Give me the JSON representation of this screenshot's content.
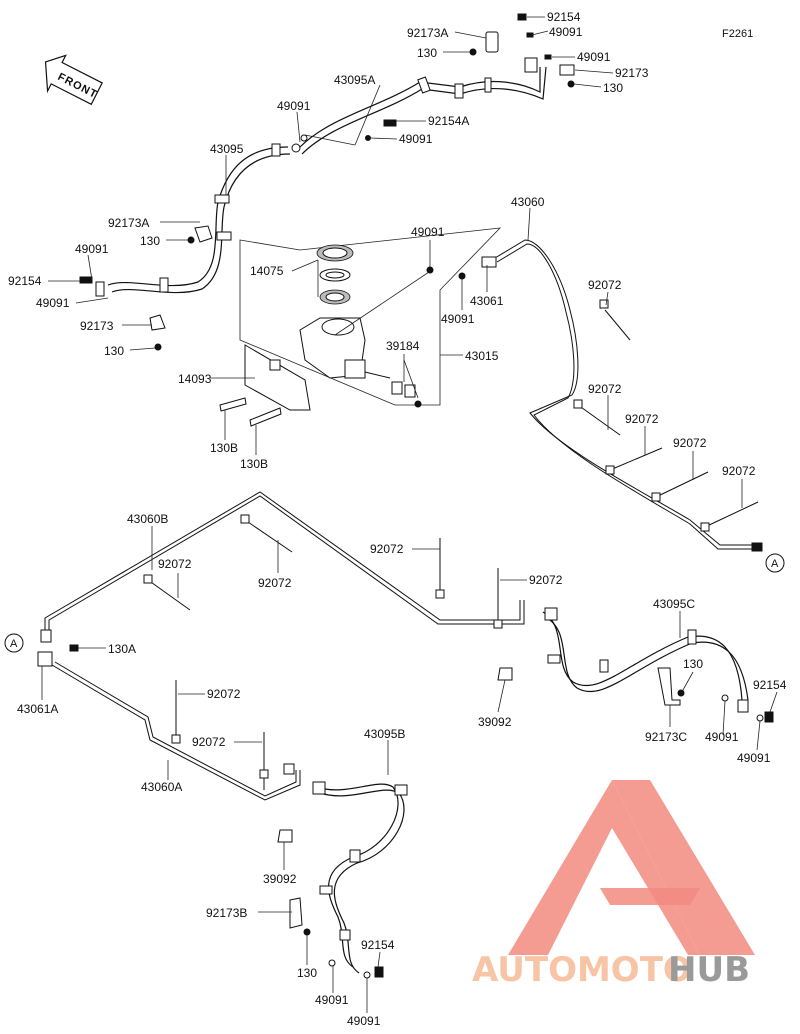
{
  "figure_code": "F2261",
  "front_label": "FRONT",
  "ref_marker": "A",
  "watermark": {
    "part1": "AUTOMOTO",
    "part2": "HUB",
    "color_main": "#f28a7f",
    "color_text1": "#f7c4a6",
    "color_text2": "#9a9a9a"
  },
  "labels": {
    "p92154_top": "92154",
    "p92173A_top": "92173A",
    "p49091_top1": "49091",
    "p130_top": "130",
    "p49091_top2": "49091",
    "p92173_top": "92173",
    "p130_top2": "130",
    "p43095A": "43095A",
    "p49091_a": "49091",
    "p92154A": "92154A",
    "p49091_b": "49091",
    "p43095": "43095",
    "p92173A_left": "92173A",
    "p130_left": "130",
    "p49091_left1": "49091",
    "p92154_left": "92154",
    "p49091_left2": "49091",
    "p92173_left": "92173",
    "p130_left2": "130",
    "p14075": "14075",
    "p49091_c": "49091",
    "p43061": "43061",
    "p49091_d": "49091",
    "p39184": "39184",
    "p43015": "43015",
    "p14093": "14093",
    "p130B_1": "130B",
    "p130B_2": "130B",
    "p43060": "43060",
    "p92072_1": "92072",
    "p92072_2": "92072",
    "p92072_3": "92072",
    "p92072_4": "92072",
    "p92072_5": "92072",
    "p43060B": "43060B",
    "p92072_6": "92072",
    "p92072_7": "92072",
    "p92072_8": "92072",
    "p92072_9": "92072",
    "p43095C": "43095C",
    "p130_r": "130",
    "p92154_r": "92154",
    "p39092_r": "39092",
    "p92173C": "92173C",
    "p49091_r1": "49091",
    "p49091_r2": "49091",
    "p130A": "130A",
    "p43061A": "43061A",
    "p92072_10": "92072",
    "p92072_11": "92072",
    "p43095B": "43095B",
    "p43060A": "43060A",
    "p39092_b": "39092",
    "p92173B": "92173B",
    "p92154_b": "92154",
    "p130_b": "130",
    "p49091_b1": "49091",
    "p49091_b2": "49091"
  }
}
